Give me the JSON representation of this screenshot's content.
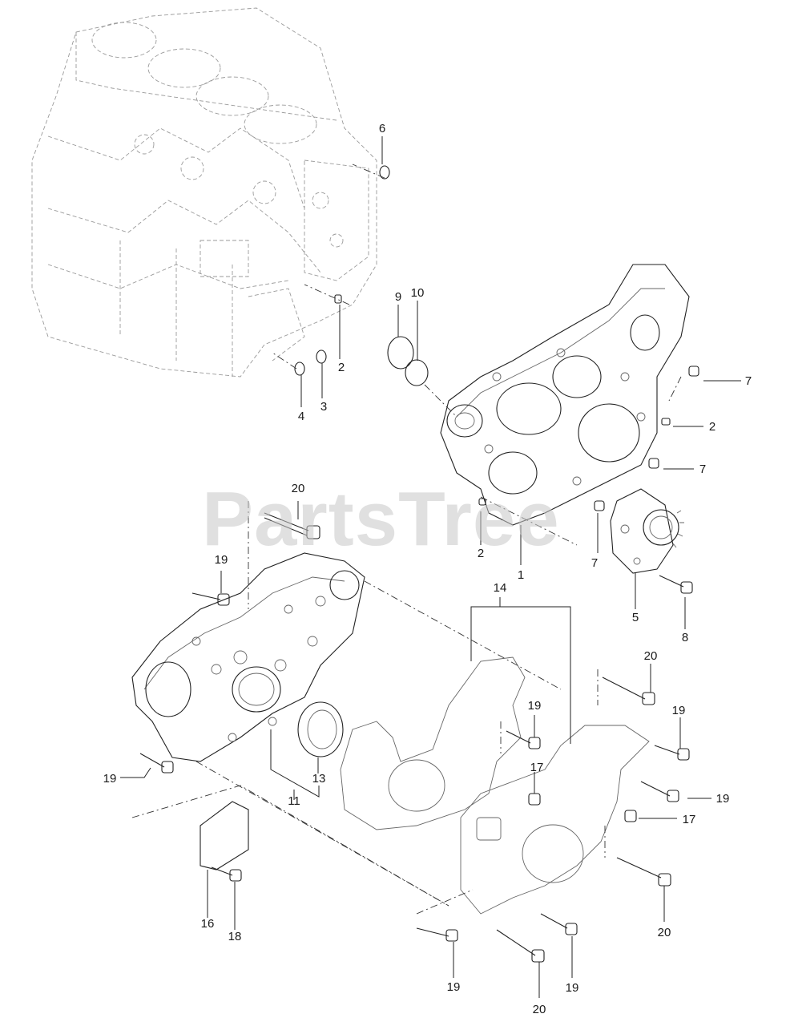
{
  "watermark": "PartsTree",
  "callouts": [
    {
      "id": "c6",
      "text": "6"
    },
    {
      "id": "c9",
      "text": "9"
    },
    {
      "id": "c10",
      "text": "10"
    },
    {
      "id": "c2a",
      "text": "2"
    },
    {
      "id": "c4",
      "text": "4"
    },
    {
      "id": "c3",
      "text": "3"
    },
    {
      "id": "c7a",
      "text": "7"
    },
    {
      "id": "c2b",
      "text": "2"
    },
    {
      "id": "c7b",
      "text": "7"
    },
    {
      "id": "c20a",
      "text": "20"
    },
    {
      "id": "c2c",
      "text": "2"
    },
    {
      "id": "c1",
      "text": "1"
    },
    {
      "id": "c7c",
      "text": "7"
    },
    {
      "id": "c5",
      "text": "5"
    },
    {
      "id": "c8",
      "text": "8"
    },
    {
      "id": "c19a",
      "text": "19"
    },
    {
      "id": "c14",
      "text": "14"
    },
    {
      "id": "c20b",
      "text": "20"
    },
    {
      "id": "c19b",
      "text": "19"
    },
    {
      "id": "c19c",
      "text": "19"
    },
    {
      "id": "c17a",
      "text": "17"
    },
    {
      "id": "c19d",
      "text": "19"
    },
    {
      "id": "c17b",
      "text": "17"
    },
    {
      "id": "c19e",
      "text": "19"
    },
    {
      "id": "c13",
      "text": "13"
    },
    {
      "id": "c11",
      "text": "11"
    },
    {
      "id": "c16",
      "text": "16"
    },
    {
      "id": "c18",
      "text": "18"
    },
    {
      "id": "c20c",
      "text": "20"
    },
    {
      "id": "c19f",
      "text": "19"
    },
    {
      "id": "c20d",
      "text": "20"
    },
    {
      "id": "c19g",
      "text": "19"
    }
  ]
}
